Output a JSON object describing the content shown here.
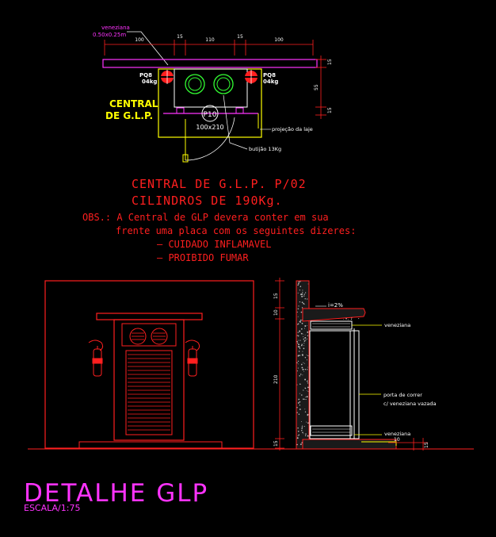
{
  "colors": {
    "background": "#000000",
    "red": "#ff1f1f",
    "yellow": "#ffff00",
    "magenta": "#ff33ff",
    "white": "#ffffff",
    "green": "#33ff33",
    "cyan": "#00ffff",
    "grey": "#bbbbbb"
  },
  "plan": {
    "vent_label": "veneziana",
    "vent_size": "0.50x0.25m",
    "dimensions_top": [
      "100",
      "15",
      "110",
      "15",
      "100"
    ],
    "dim_right": [
      "15",
      "55",
      "15"
    ],
    "cylinder_left": "PQ8",
    "cylinder_left_weight": "04kg",
    "cylinder_right": "PQ8",
    "cylinder_right_weight": "04kg",
    "central_line1": "CENTRAL",
    "central_line2": "DE G.L.P.",
    "door_label": "P10",
    "door_size": "100x210",
    "projection_label": "projeção da laje",
    "bottle_label": "butijão 13Kg"
  },
  "notes": {
    "title1": "CENTRAL DE G.L.P. P/02",
    "title2": "CILINDROS DE 190Kg.",
    "obs1": "OBS.: A Central de GLP devera conter em sua",
    "obs2": "frente uma placa com os seguintes dizeres:",
    "item1": "– CUIDADO INFLAMAVEL",
    "item2": "– PROIBIDO FUMAR"
  },
  "section": {
    "slope": "i=2%",
    "vent_top": "veneziana",
    "door_line1": "porta de correr",
    "door_line2": "c/ veneziana vazada",
    "vent_bottom": "veneziana",
    "dims": [
      "15",
      "10",
      "210",
      "15"
    ],
    "dim_bottom": "10"
  },
  "footer": {
    "title": "DETALHE GLP",
    "scale": "ESCALA/1:75"
  }
}
